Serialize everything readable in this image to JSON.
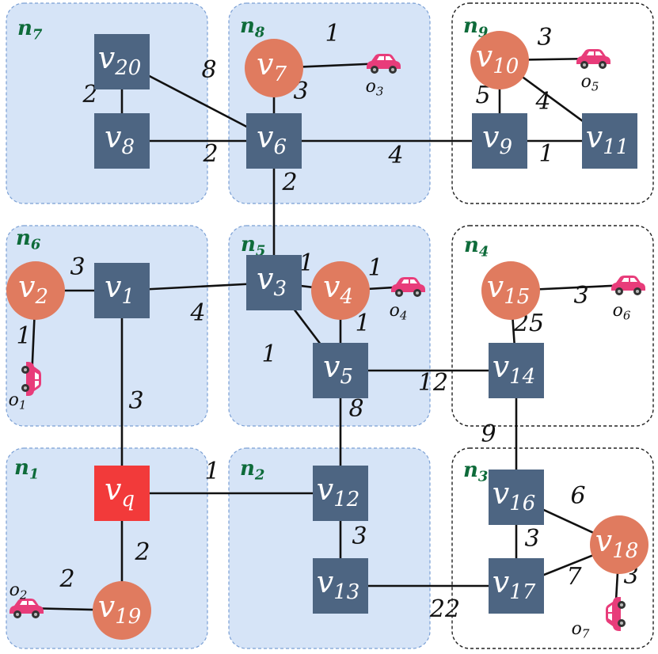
{
  "colors": {
    "region_fill": "#d6e4f7",
    "region_stroke": "#7a9fd4",
    "plain_region_stroke": "#222222",
    "node_square": "#4d6582",
    "node_circle": "#e07b5f",
    "node_query": "#f23a3a",
    "edge": "#111111",
    "car": "#e83c7a",
    "region_label": "#0e6b3a"
  },
  "regions": [
    {
      "id": "n7",
      "base": "n",
      "sub": "7",
      "shaded": true
    },
    {
      "id": "n8",
      "base": "n",
      "sub": "8",
      "shaded": true
    },
    {
      "id": "n9",
      "base": "n",
      "sub": "9",
      "shaded": false
    },
    {
      "id": "n6",
      "base": "n",
      "sub": "6",
      "shaded": true
    },
    {
      "id": "n5",
      "base": "n",
      "sub": "5",
      "shaded": true
    },
    {
      "id": "n4",
      "base": "n",
      "sub": "4",
      "shaded": false
    },
    {
      "id": "n1",
      "base": "n",
      "sub": "1",
      "shaded": true
    },
    {
      "id": "n2",
      "base": "n",
      "sub": "2",
      "shaded": true
    },
    {
      "id": "n3",
      "base": "n",
      "sub": "3",
      "shaded": false
    }
  ],
  "nodes": [
    {
      "id": "v20",
      "base": "v",
      "sub": "20",
      "shape": "square"
    },
    {
      "id": "v8",
      "base": "v",
      "sub": "8",
      "shape": "square"
    },
    {
      "id": "v7",
      "base": "v",
      "sub": "7",
      "shape": "circle"
    },
    {
      "id": "v6",
      "base": "v",
      "sub": "6",
      "shape": "square"
    },
    {
      "id": "v10",
      "base": "v",
      "sub": "10",
      "shape": "circle"
    },
    {
      "id": "v9",
      "base": "v",
      "sub": "9",
      "shape": "square"
    },
    {
      "id": "v11",
      "base": "v",
      "sub": "11",
      "shape": "square"
    },
    {
      "id": "v2",
      "base": "v",
      "sub": "2",
      "shape": "circle"
    },
    {
      "id": "v1",
      "base": "v",
      "sub": "1",
      "shape": "square"
    },
    {
      "id": "v3",
      "base": "v",
      "sub": "3",
      "shape": "square"
    },
    {
      "id": "v4",
      "base": "v",
      "sub": "4",
      "shape": "circle"
    },
    {
      "id": "v5",
      "base": "v",
      "sub": "5",
      "shape": "square"
    },
    {
      "id": "v15",
      "base": "v",
      "sub": "15",
      "shape": "circle"
    },
    {
      "id": "v14",
      "base": "v",
      "sub": "14",
      "shape": "square"
    },
    {
      "id": "vq",
      "base": "v",
      "sub": "q",
      "shape": "query"
    },
    {
      "id": "v19",
      "base": "v",
      "sub": "19",
      "shape": "circle"
    },
    {
      "id": "v12",
      "base": "v",
      "sub": "12",
      "shape": "square"
    },
    {
      "id": "v13",
      "base": "v",
      "sub": "13",
      "shape": "square"
    },
    {
      "id": "v16",
      "base": "v",
      "sub": "16",
      "shape": "square"
    },
    {
      "id": "v17",
      "base": "v",
      "sub": "17",
      "shape": "square"
    },
    {
      "id": "v18",
      "base": "v",
      "sub": "18",
      "shape": "circle"
    }
  ],
  "objects": [
    {
      "id": "o1",
      "base": "o",
      "sub": "1"
    },
    {
      "id": "o2",
      "base": "o",
      "sub": "2"
    },
    {
      "id": "o3",
      "base": "o",
      "sub": "3"
    },
    {
      "id": "o4",
      "base": "o",
      "sub": "4"
    },
    {
      "id": "o5",
      "base": "o",
      "sub": "5"
    },
    {
      "id": "o6",
      "base": "o",
      "sub": "6"
    },
    {
      "id": "o7",
      "base": "o",
      "sub": "7"
    }
  ],
  "edges": [
    {
      "from": "v20",
      "to": "v8",
      "weight": "2"
    },
    {
      "from": "v20",
      "to": "v6",
      "weight": "8"
    },
    {
      "from": "v8",
      "to": "v6",
      "weight": "2"
    },
    {
      "from": "v7",
      "to": "v6",
      "weight": "3"
    },
    {
      "from": "v7",
      "to": "o3",
      "weight": "1"
    },
    {
      "from": "v6",
      "to": "v9",
      "weight": "4"
    },
    {
      "from": "v6",
      "to": "v3",
      "weight": "2"
    },
    {
      "from": "v10",
      "to": "o5",
      "weight": "3"
    },
    {
      "from": "v10",
      "to": "v9",
      "weight": "5"
    },
    {
      "from": "v10",
      "to": "v11",
      "weight": "4"
    },
    {
      "from": "v9",
      "to": "v11",
      "weight": "1"
    },
    {
      "from": "v2",
      "to": "v1",
      "weight": "3"
    },
    {
      "from": "v2",
      "to": "o1",
      "weight": "1"
    },
    {
      "from": "v1",
      "to": "v3",
      "weight": "4"
    },
    {
      "from": "v1",
      "to": "vq",
      "weight": "3"
    },
    {
      "from": "v3",
      "to": "v4",
      "weight": "1"
    },
    {
      "from": "v4",
      "to": "o4",
      "weight": "1"
    },
    {
      "from": "v4",
      "to": "v5",
      "weight": "1"
    },
    {
      "from": "v3",
      "to": "v5",
      "weight": "1"
    },
    {
      "from": "v5",
      "to": "v14",
      "weight": "12"
    },
    {
      "from": "v5",
      "to": "v12",
      "weight": "8"
    },
    {
      "from": "v15",
      "to": "o6",
      "weight": "3"
    },
    {
      "from": "v15",
      "to": "v14",
      "weight": "25"
    },
    {
      "from": "v14",
      "to": "v16",
      "weight": "9"
    },
    {
      "from": "vq",
      "to": "v12",
      "weight": "1"
    },
    {
      "from": "vq",
      "to": "v19",
      "weight": "2"
    },
    {
      "from": "v19",
      "to": "o2",
      "weight": "2"
    },
    {
      "from": "v12",
      "to": "v13",
      "weight": "3"
    },
    {
      "from": "v13",
      "to": "v17",
      "weight": "22"
    },
    {
      "from": "v16",
      "to": "v17",
      "weight": "3"
    },
    {
      "from": "v16",
      "to": "v18",
      "weight": "6"
    },
    {
      "from": "v17",
      "to": "v18",
      "weight": "7"
    },
    {
      "from": "v18",
      "to": "o7",
      "weight": "3"
    }
  ]
}
